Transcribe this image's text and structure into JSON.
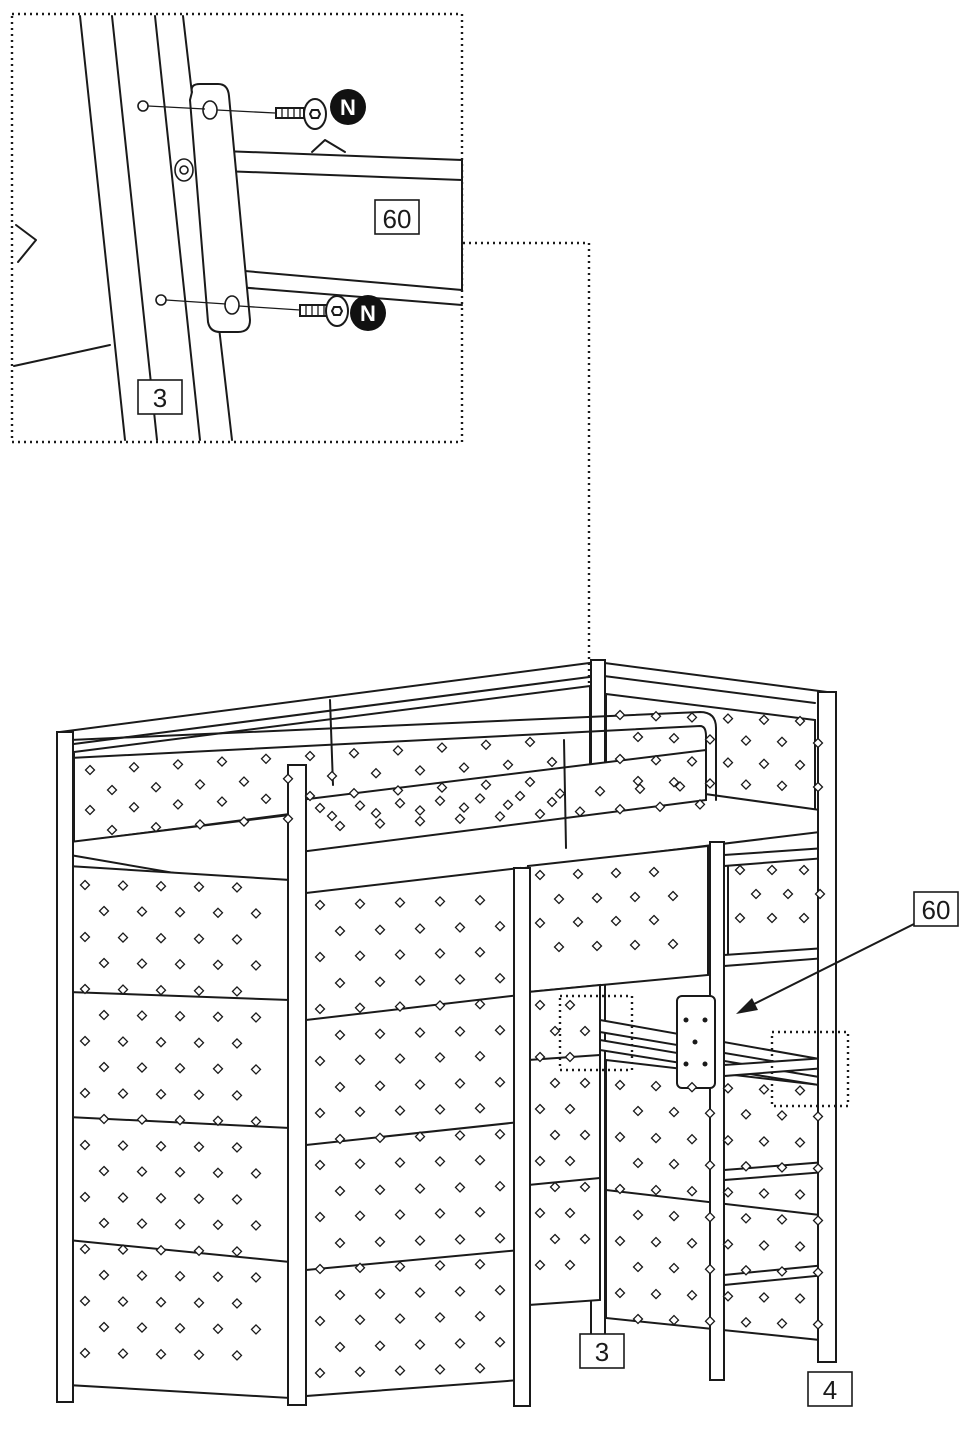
{
  "detail": {
    "part_label": "60",
    "frame_label": "3",
    "fastener_top": "N",
    "fastener_bottom": "N"
  },
  "overview": {
    "part_label": "60",
    "left_post_label": "3",
    "right_post_label": "4"
  },
  "colors": {
    "line": "#1a1a1a",
    "paper": "#ffffff",
    "badge": "#111111"
  }
}
